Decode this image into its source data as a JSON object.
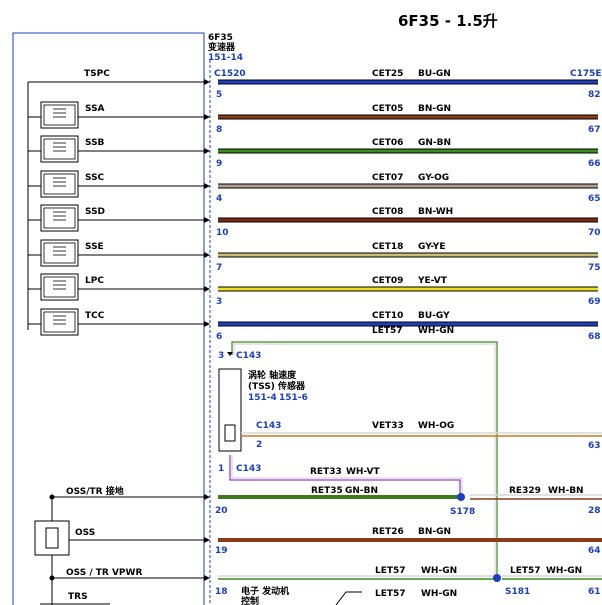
{
  "title": "6F35 - 1.5升",
  "module": {
    "line1": "6F35",
    "line2": "变速器",
    "ref": "151-14"
  },
  "connector_left": "C1520",
  "connector_right": "C175E",
  "rows": [
    {
      "label": "TSPC",
      "circuit": "CET25",
      "color": "BU-GN",
      "pin_l": "5",
      "pin_r": "82"
    },
    {
      "label": "SSA",
      "circuit": "CET05",
      "color": "BN-GN",
      "pin_l": "8",
      "pin_r": "67"
    },
    {
      "label": "SSB",
      "circuit": "CET06",
      "color": "GN-BN",
      "pin_l": "9",
      "pin_r": "66"
    },
    {
      "label": "SSC",
      "circuit": "CET07",
      "color": "GY-OG",
      "pin_l": "4",
      "pin_r": "65"
    },
    {
      "label": "SSD",
      "circuit": "CET08",
      "color": "BN-WH",
      "pin_l": "10",
      "pin_r": "70"
    },
    {
      "label": "SSE",
      "circuit": "CET18",
      "color": "GY-YE",
      "pin_l": "7",
      "pin_r": "75"
    },
    {
      "label": "LPC",
      "circuit": "CET09",
      "color": "YE-VT",
      "pin_l": "3",
      "pin_r": "69"
    },
    {
      "label": "TCC",
      "circuit": "CET10",
      "color": "BU-GY",
      "pin_l": "6",
      "pin_r": "68"
    }
  ],
  "wire_colors": {
    "CET25": "#1f3fbf",
    "CET05": "#8b3a1a",
    "CET06": "#3c8c1e",
    "CET07": "#b0a090",
    "CET08": "#7a2a10",
    "CET18": "#c8c070",
    "CET09": "#f0e020",
    "CET10": "#1f3fbf"
  },
  "tss": {
    "wire_top": {
      "circuit": "LET57",
      "color": "WH-GN"
    },
    "connector": "C143",
    "pin_top": "3",
    "name": "涡轮 轴速度",
    "name2": "(TSS) 传感器",
    "ref1": "151-4",
    "ref2": "151-6",
    "pin_mid": "2",
    "mid_connector": "C143",
    "mid_wire": {
      "circuit": "VET33",
      "color": "WH-OG",
      "pin_r": "63"
    },
    "pin_bot": "1",
    "bot_connector": "C143",
    "bot_wire": {
      "circuit": "RET33",
      "color": "WH-VT"
    }
  },
  "oss_ground": {
    "label": "OSS/TR 接地",
    "circuit": "RET35",
    "color": "GN-BN",
    "pin_l": "20",
    "splice": "S178",
    "right_circuit": "RE329",
    "right_color": "WH-BN",
    "pin_r": "28"
  },
  "oss": {
    "label": "OSS",
    "circuit": "RET26",
    "color": "BN-GN",
    "pin_l": "19",
    "pin_r": "64"
  },
  "oss_vpwr": {
    "label": "OSS / TR VPWR",
    "circuit": "LET57",
    "color": "WH-GN",
    "pin_l": "18",
    "splice": "S181",
    "right_circuit": "LET57",
    "right_color": "WH-GN",
    "pin_r": "61"
  },
  "trs": {
    "label": "TRS"
  },
  "pcm": {
    "line1": "电子 发动机",
    "line2": "控制"
  },
  "last_wire": {
    "circuit": "LET57",
    "color": "WH-GN"
  }
}
